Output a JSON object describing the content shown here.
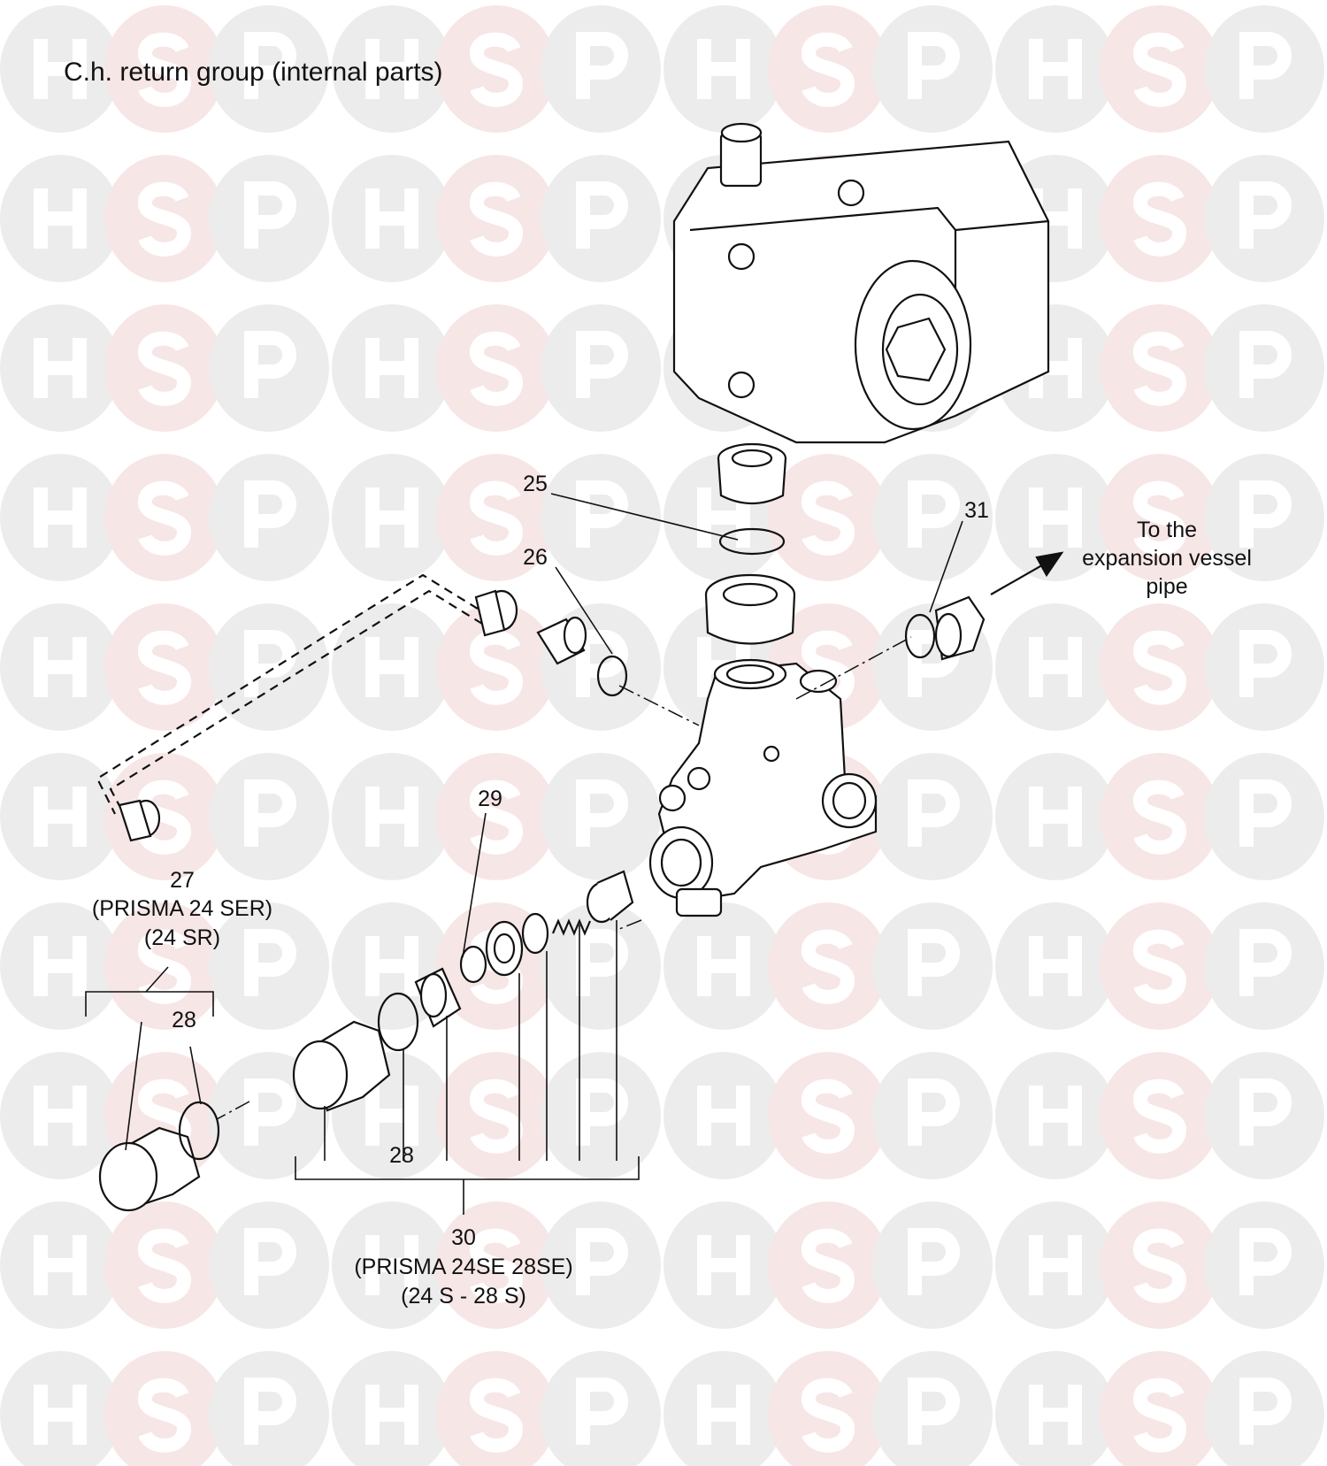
{
  "title": "C.h. return group (internal parts)",
  "watermark": {
    "letters": [
      "H",
      "S",
      "P"
    ],
    "colors": {
      "H": "#ececec",
      "S": "#f7e6e6",
      "P": "#ececec"
    }
  },
  "labels": {
    "p25": "25",
    "p26": "26",
    "p31": "31",
    "p29": "29",
    "p27": "27",
    "p27_model": "(PRISMA 24 SER)",
    "p27_variant": "(24 SR)",
    "p28_left": "28",
    "p28_mid": "28",
    "p30": "30",
    "p30_model": "(PRISMA 24SE 28SE)",
    "p30_variant": "(24 S - 28 S)",
    "expansion_line1": "To the",
    "expansion_line2": "expansion vessel",
    "expansion_line3": "pipe"
  }
}
